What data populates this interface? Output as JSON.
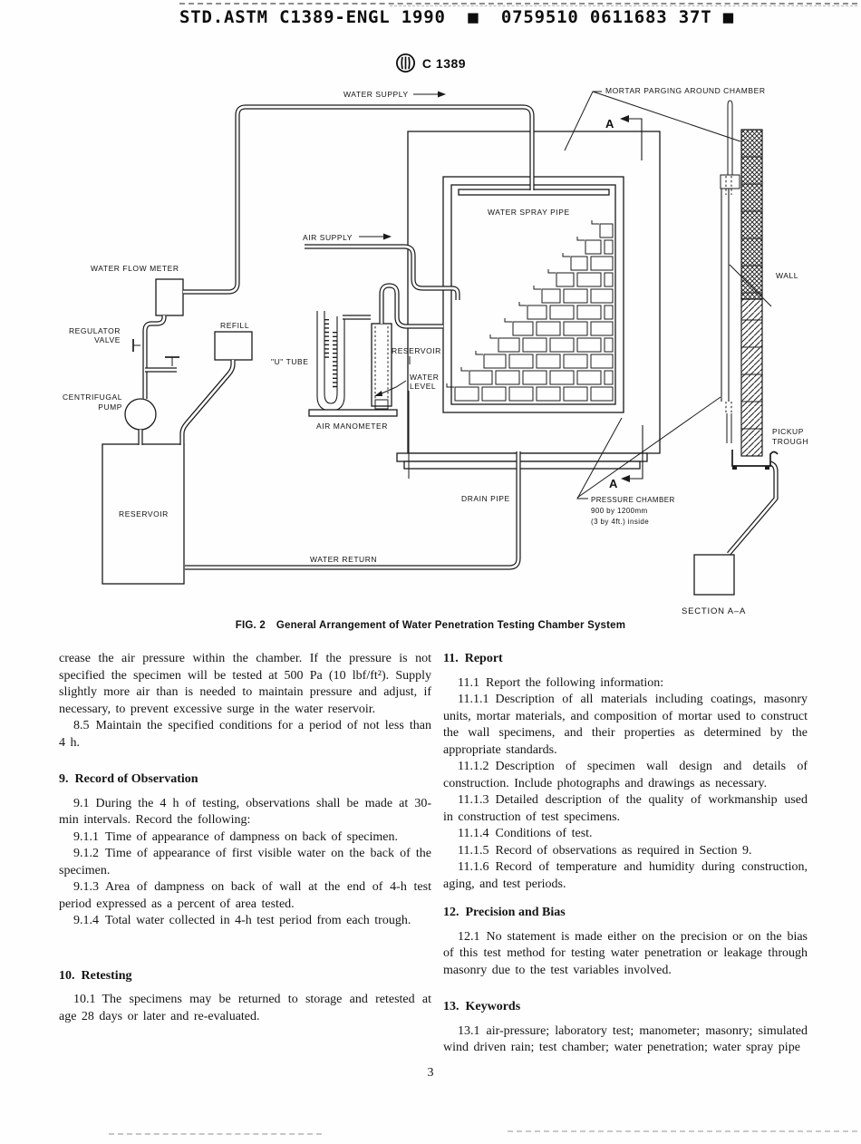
{
  "header": {
    "doc_code": "STD.ASTM C1389-ENGL 1990  ■  0759510 0611683 37T ■",
    "standard_ref": "C 1389"
  },
  "figure": {
    "caption": "FIG. 2  General Arrangement of Water Penetration Testing Chamber System",
    "labels": {
      "water_supply": "WATER SUPPLY",
      "mortar_parging": "MORTAR PARGING AROUND CHAMBER",
      "air_supply": "AIR SUPPLY",
      "water_spray_pipe": "WATER SPRAY PIPE",
      "water_flow_meter": "WATER FLOW METER",
      "regulator_valve_1": "REGULATOR",
      "regulator_valve_2": "VALVE",
      "refill": "REFILL",
      "u_tube": "\"U\" TUBE",
      "reservoir_small": "RESERVOIR",
      "water_level_1": "WATER",
      "water_level_2": "LEVEL",
      "centrifugal_pump_1": "CENTRIFUGAL",
      "centrifugal_pump_2": "PUMP",
      "air_manometer": "AIR MANOMETER",
      "reservoir_main": "RESERVOIR",
      "drain_pipe": "DRAIN PIPE",
      "water_return": "WATER RETURN",
      "pressure_chamber_1": "PRESSURE CHAMBER",
      "pressure_chamber_2": "900 by 1200mm",
      "pressure_chamber_3": "(3 by 4ft.) inside",
      "wall": "WALL",
      "pickup_trough_1": "PICKUP",
      "pickup_trough_2": "TROUGH",
      "section_a_top": "A",
      "section_a_bottom": "A",
      "section_label": "SECTION A–A"
    }
  },
  "columns": {
    "left": {
      "blocks": [
        {
          "text": "crease the air pressure within the chamber. If the pressure is not specified the specimen will be tested at 500 Pa (10 lbf/ft²). Supply slightly more air than is needed to maintain pressure and adjust, if necessary, to prevent excessive surge in the water reservoir."
        },
        {
          "text": "8.5 Maintain the specified conditions for a period of not less than 4 h."
        },
        {
          "text": "9. Record of Observation"
        },
        {
          "text": "9.1 During the 4 h of testing, observations shall be made at 30-min intervals. Record the following:"
        },
        {
          "text": "9.1.1 Time of appearance of dampness on back of specimen."
        },
        {
          "text": "9.1.2 Time of appearance of first visible water on the back of the specimen."
        },
        {
          "text": "9.1.3 Area of dampness on back of wall at the end of 4-h test period expressed as a percent of area tested."
        },
        {
          "text": "9.1.4 Total water collected in 4-h test period from each trough."
        },
        {
          "text": "10. Retesting"
        },
        {
          "text": "10.1 The specimens may be returned to storage and retested at age 28 days or later and re-evaluated."
        }
      ]
    },
    "right": {
      "blocks": [
        {
          "text": "11. Report"
        },
        {
          "text": "11.1 Report the following information:"
        },
        {
          "text": "11.1.1 Description of all materials including coatings, masonry units, mortar materials, and composition of mortar used to construct the wall specimens, and their properties as determined by the appropriate standards."
        },
        {
          "text": "11.1.2 Description of specimen wall design and details of construction. Include photographs and drawings as necessary."
        },
        {
          "text": "11.1.3 Detailed description of the quality of workmanship used in construction of test specimens."
        },
        {
          "text": "11.1.4 Conditions of test."
        },
        {
          "text": "11.1.5 Record of observations as required in Section 9."
        },
        {
          "text": "11.1.6 Record of temperature and humidity during construction, aging, and test periods."
        },
        {
          "text": "12. Precision and Bias"
        },
        {
          "text": "12.1 No statement is made either on the precision or on the bias of this test method for testing water penetration or leakage through masonry due to the test variables involved."
        },
        {
          "text": "13. Keywords"
        },
        {
          "text": "13.1 air-pressure; laboratory test; manometer; masonry; simulated wind driven rain; test chamber; water penetration; water spray pipe"
        }
      ]
    }
  },
  "page": {
    "page_number": "3"
  }
}
